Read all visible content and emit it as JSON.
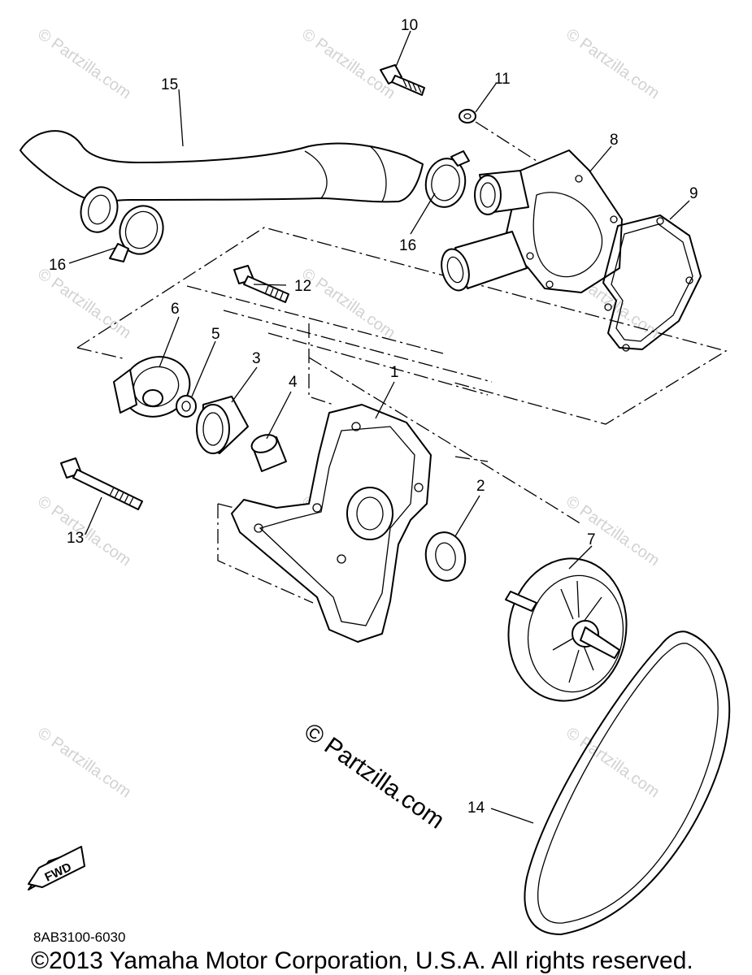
{
  "callouts": [
    "1",
    "2",
    "3",
    "4",
    "5",
    "6",
    "7",
    "8",
    "9",
    "10",
    "11",
    "12",
    "13",
    "14",
    "15",
    "16",
    "16"
  ],
  "watermark": {
    "small": "© Partzilla.com",
    "center": "© Partzilla.com"
  },
  "fwd_label": "FWD",
  "diagram_code": "8AB3100-6030",
  "copyright": "©2013 Yamaha Motor Corporation, U.S.A. All rights reserved."
}
